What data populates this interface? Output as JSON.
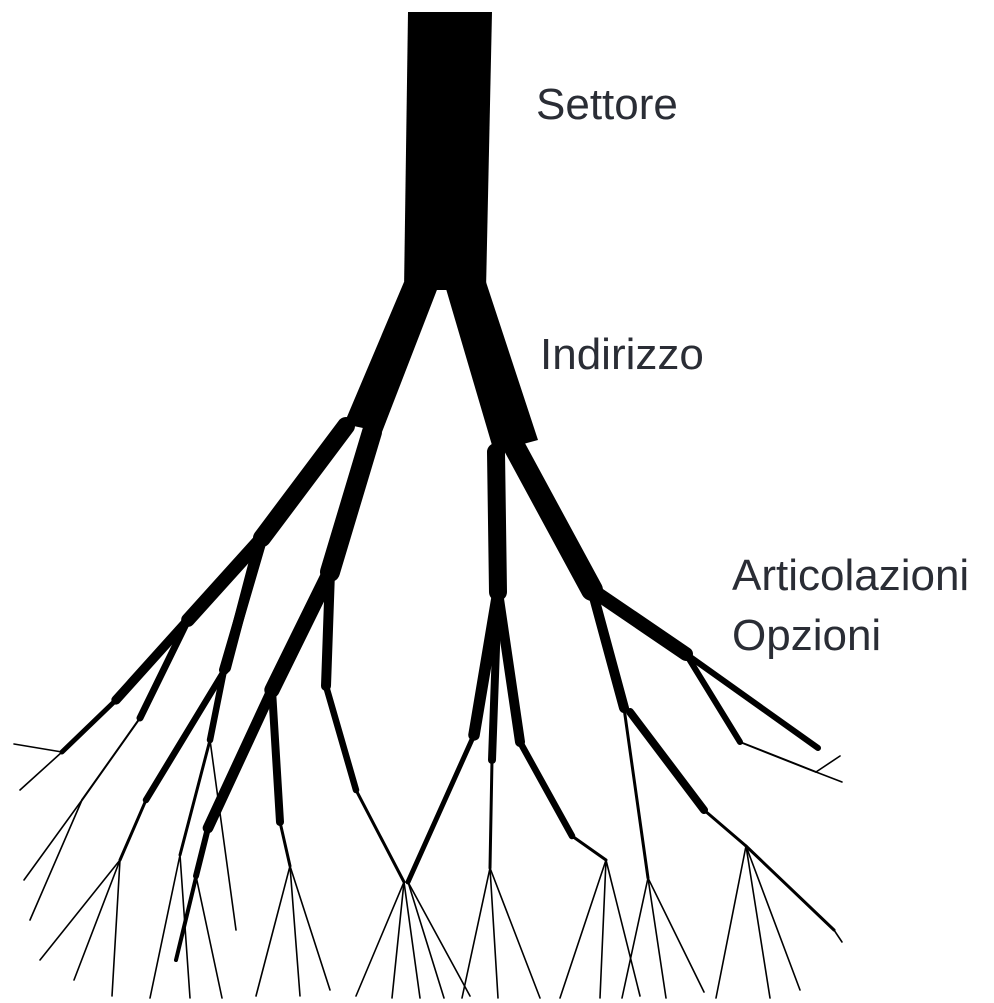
{
  "labels": {
    "settore": "Settore",
    "indirizzo": "Indirizzo",
    "articolazioni": "Articolazioni",
    "opzioni": "Opzioni"
  },
  "colors": {
    "ink": "#000000",
    "text": "#2a2d35",
    "background": "#ffffff"
  }
}
